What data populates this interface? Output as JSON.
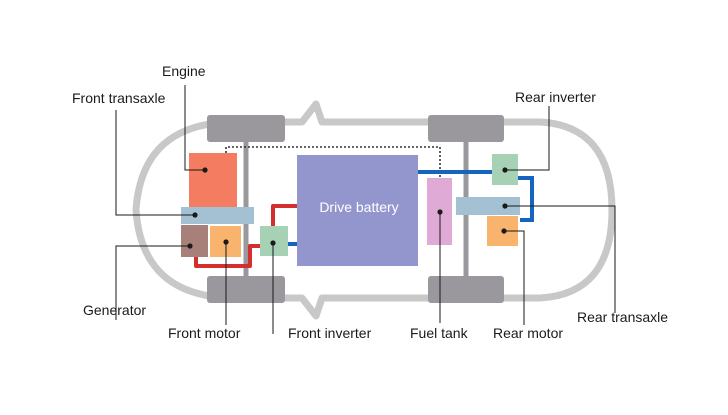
{
  "labels": {
    "engine": "Engine",
    "front_transaxle": "Front transaxle",
    "generator": "Generator",
    "front_motor": "Front motor",
    "front_inverter": "Front inverter",
    "drive_battery": "Drive battery",
    "fuel_tank": "Fuel tank",
    "rear_inverter": "Rear inverter",
    "rear_motor": "Rear motor",
    "rear_transaxle": "Rear transaxle"
  },
  "colors": {
    "body_outline": "#c8c8c8",
    "wheel": "#9a979d",
    "engine": "#f47c61",
    "transaxle": "#a3c1d2",
    "generator": "#a8807a",
    "motor": "#f8b36c",
    "inverter": "#a7d1b4",
    "battery": "#9396cd",
    "fuel_tank": "#e0aad6",
    "high_voltage_line": "#d32f2f",
    "coolant_line": "#1565c0",
    "fuel_line": "#333333",
    "leader_line": "#1a1a1a"
  }
}
